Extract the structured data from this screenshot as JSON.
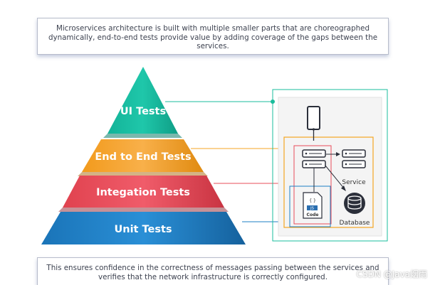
{
  "top_box": {
    "lines": [
      "Microservices architecture is built with multiple smaller parts that are choreographed",
      "dynamically, end-to-end tests provide value by adding coverage  of the gaps between the",
      "services."
    ]
  },
  "bottom_box": {
    "lines": [
      "This ensures confidence in the correctness of messages passing between the services and",
      "verifies that the network infrastructure is correctly configured."
    ]
  },
  "pyramid": {
    "levels": [
      {
        "label": "UI Tests",
        "color": "#1abc9c"
      },
      {
        "label": "End to End Tests",
        "color": "#f5a623"
      },
      {
        "label": "Integation Tests",
        "color": "#e84c5a"
      },
      {
        "label": "Unit Tests",
        "color": "#1e7fc5"
      }
    ]
  },
  "panel": {
    "service_label": "Service",
    "database_label": "Database",
    "code_label": "Code",
    "js_label": "JS",
    "braces_label": "{ }"
  },
  "watermark": "CSDN @Java烟雨",
  "colors": {
    "teal_line": "#1abc9c",
    "orange_line": "#f5a623",
    "red_line": "#e84c5a",
    "blue_line": "#1e7fc5"
  }
}
